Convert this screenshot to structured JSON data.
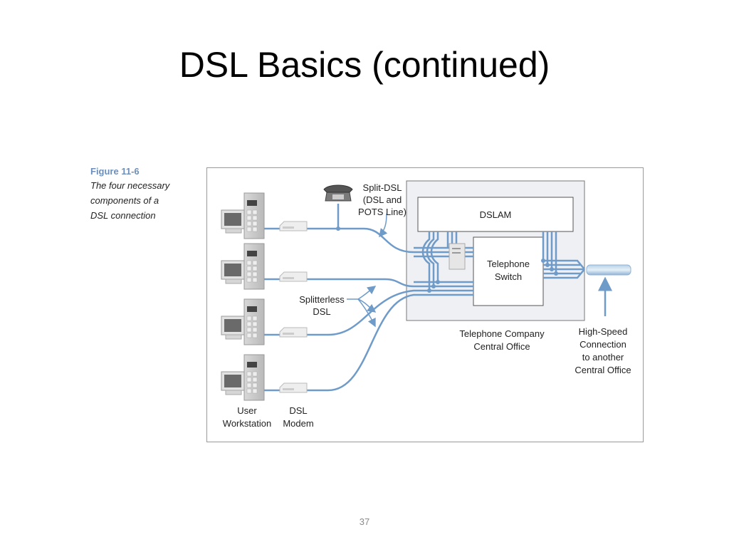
{
  "slide": {
    "title": "DSL Basics (continued)",
    "page_number": "37"
  },
  "figure": {
    "number": "Figure 11-6",
    "description_lines": [
      "The four necessary",
      "components of a",
      "DSL connection"
    ]
  },
  "diagram": {
    "labels": {
      "split_dsl": [
        "Split-DSL",
        "(DSL and",
        "POTS Line)"
      ],
      "splitterless": [
        "Splitterless",
        "DSL"
      ],
      "dslam": "DSLAM",
      "telephone_switch": [
        "Telephone",
        "Switch"
      ],
      "central_office": [
        "Telephone Company",
        "Central Office"
      ],
      "high_speed": [
        "High-Speed",
        "Connection",
        "to another",
        "Central Office"
      ],
      "user_workstation": [
        "User",
        "Workstation"
      ],
      "dsl_modem": [
        "DSL",
        "Modem"
      ]
    },
    "workstation_count": 4,
    "colors": {
      "line": "#6f9bc9",
      "office_fill": "#eef0f4",
      "box_border": "#555555",
      "figure_label": "#6d8fb9"
    }
  }
}
